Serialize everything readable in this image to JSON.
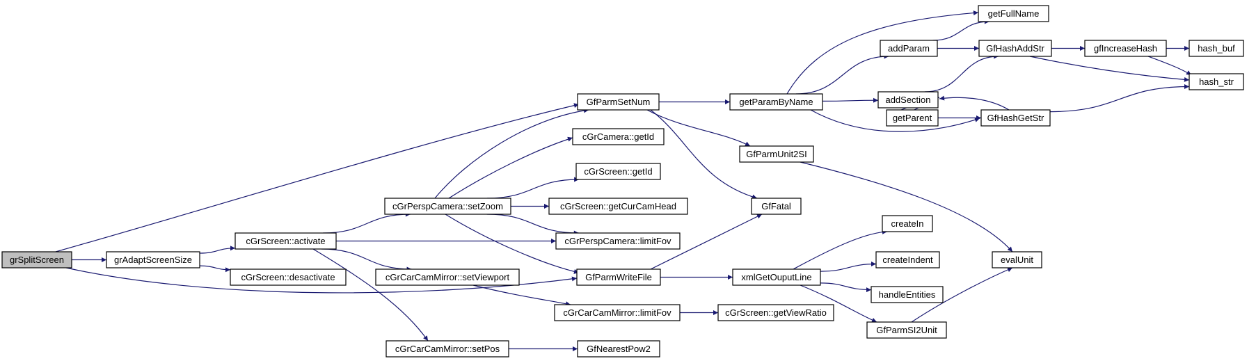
{
  "graph": {
    "nodes": [
      {
        "id": "grSplitScreen",
        "label": "grSplitScreen",
        "root": true
      },
      {
        "id": "grAdaptScreenSize",
        "label": "grAdaptScreenSize"
      },
      {
        "id": "activate",
        "label": "cGrScreen::activate"
      },
      {
        "id": "desactivate",
        "label": "cGrScreen::desactivate"
      },
      {
        "id": "setZoom",
        "label": "cGrPerspCamera::setZoom"
      },
      {
        "id": "setViewport",
        "label": "cGrCarCamMirror::setViewport"
      },
      {
        "id": "setPos",
        "label": "cGrCarCamMirror::setPos"
      },
      {
        "id": "GfParmSetNum",
        "label": "GfParmSetNum"
      },
      {
        "id": "camGetId",
        "label": "cGrCamera::getId"
      },
      {
        "id": "scrGetId",
        "label": "cGrScreen::getId"
      },
      {
        "id": "getCurCamHead",
        "label": "cGrScreen::getCurCamHead"
      },
      {
        "id": "perspLimitFov",
        "label": "cGrPerspCamera::limitFov"
      },
      {
        "id": "GfParmWriteFile",
        "label": "GfParmWriteFile"
      },
      {
        "id": "mirrorLimitFov",
        "label": "cGrCarCamMirror::limitFov"
      },
      {
        "id": "GfNearestPow2",
        "label": "GfNearestPow2"
      },
      {
        "id": "getParamByName",
        "label": "getParamByName"
      },
      {
        "id": "GfParmUnit2SI",
        "label": "GfParmUnit2SI"
      },
      {
        "id": "GfFatal",
        "label": "GfFatal"
      },
      {
        "id": "xmlGetOuputLine",
        "label": "xmlGetOuputLine"
      },
      {
        "id": "getViewRatio",
        "label": "cGrScreen::getViewRatio"
      },
      {
        "id": "addParam",
        "label": "addParam"
      },
      {
        "id": "addSection",
        "label": "addSection"
      },
      {
        "id": "getParent",
        "label": "getParent"
      },
      {
        "id": "createIn",
        "label": "createIn"
      },
      {
        "id": "createIndent",
        "label": "createIndent"
      },
      {
        "id": "handleEntities",
        "label": "handleEntities"
      },
      {
        "id": "GfParmSI2Unit",
        "label": "GfParmSI2Unit"
      },
      {
        "id": "getFullName",
        "label": "getFullName"
      },
      {
        "id": "GfHashAddStr",
        "label": "GfHashAddStr"
      },
      {
        "id": "GfHashGetStr",
        "label": "GfHashGetStr"
      },
      {
        "id": "gfIncreaseHash",
        "label": "gfIncreaseHash"
      },
      {
        "id": "evalUnit",
        "label": "evalUnit"
      },
      {
        "id": "hash_buf",
        "label": "hash_buf"
      },
      {
        "id": "hash_str",
        "label": "hash_str"
      }
    ],
    "edges": [
      [
        "grSplitScreen",
        "grAdaptScreenSize"
      ],
      [
        "grSplitScreen",
        "GfParmSetNum"
      ],
      [
        "grSplitScreen",
        "GfParmWriteFile"
      ],
      [
        "grAdaptScreenSize",
        "activate"
      ],
      [
        "grAdaptScreenSize",
        "desactivate"
      ],
      [
        "activate",
        "setZoom"
      ],
      [
        "activate",
        "perspLimitFov"
      ],
      [
        "activate",
        "setViewport"
      ],
      [
        "activate",
        "setPos"
      ],
      [
        "setZoom",
        "GfParmSetNum"
      ],
      [
        "setZoom",
        "camGetId"
      ],
      [
        "setZoom",
        "scrGetId"
      ],
      [
        "setZoom",
        "getCurCamHead"
      ],
      [
        "setZoom",
        "perspLimitFov"
      ],
      [
        "setZoom",
        "GfParmWriteFile"
      ],
      [
        "setViewport",
        "mirrorLimitFov"
      ],
      [
        "setPos",
        "GfNearestPow2"
      ],
      [
        "GfParmSetNum",
        "getParamByName"
      ],
      [
        "GfParmSetNum",
        "GfParmUnit2SI"
      ],
      [
        "GfParmSetNum",
        "GfFatal"
      ],
      [
        "GfParmWriteFile",
        "GfFatal"
      ],
      [
        "GfParmWriteFile",
        "xmlGetOuputLine"
      ],
      [
        "mirrorLimitFov",
        "getViewRatio"
      ],
      [
        "getParamByName",
        "getFullName"
      ],
      [
        "getParamByName",
        "addParam"
      ],
      [
        "getParamByName",
        "addSection"
      ],
      [
        "getParamByName",
        "GfHashGetStr"
      ],
      [
        "GfParmUnit2SI",
        "evalUnit"
      ],
      [
        "xmlGetOuputLine",
        "createIn"
      ],
      [
        "xmlGetOuputLine",
        "createIndent"
      ],
      [
        "xmlGetOuputLine",
        "handleEntities"
      ],
      [
        "xmlGetOuputLine",
        "GfParmSI2Unit"
      ],
      [
        "GfParmSI2Unit",
        "evalUnit"
      ],
      [
        "addParam",
        "getFullName"
      ],
      [
        "addParam",
        "GfHashAddStr"
      ],
      [
        "addSection",
        "GfHashAddStr"
      ],
      [
        "addSection",
        "getParent"
      ],
      [
        "getParent",
        "addSection"
      ],
      [
        "getParent",
        "GfHashGetStr"
      ],
      [
        "GfHashGetStr",
        "addSection"
      ],
      [
        "GfHashGetStr",
        "hash_str"
      ],
      [
        "GfHashAddStr",
        "gfIncreaseHash"
      ],
      [
        "GfHashAddStr",
        "hash_str"
      ],
      [
        "gfIncreaseHash",
        "hash_buf"
      ],
      [
        "gfIncreaseHash",
        "hash_str"
      ]
    ]
  }
}
